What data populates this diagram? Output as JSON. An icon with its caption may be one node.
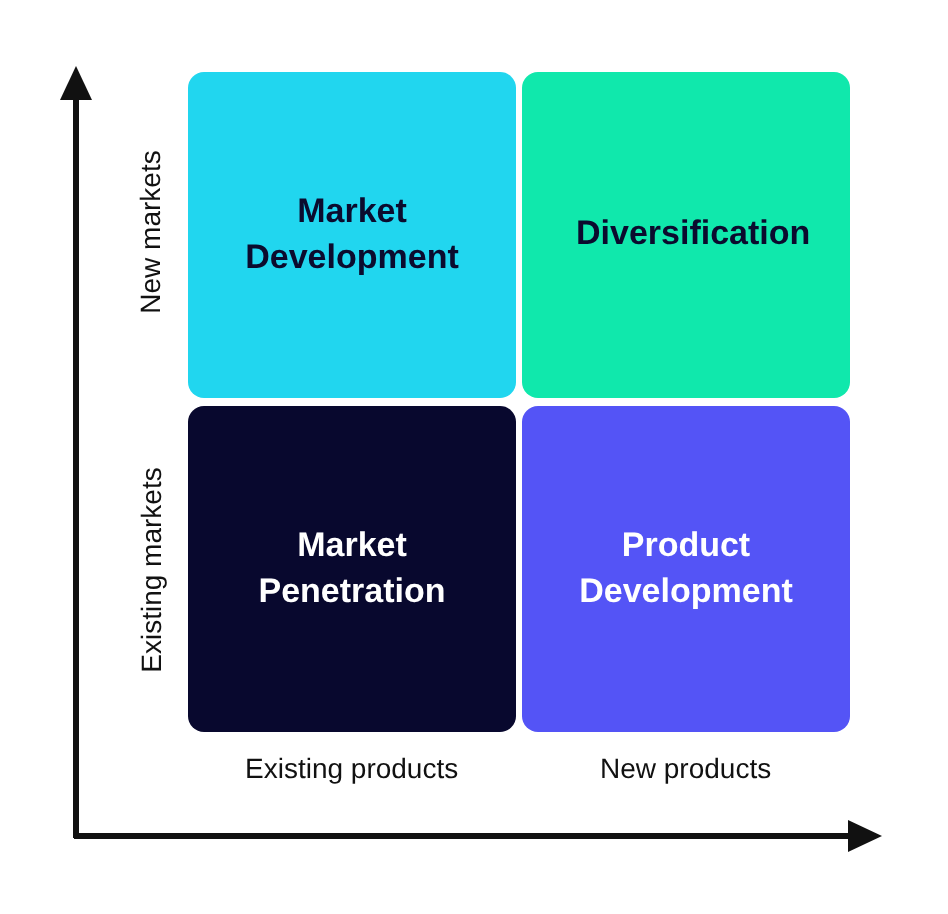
{
  "diagram": {
    "nodes": [
      {
        "text": [
          "Market Development"
        ]
      },
      {
        "text": [
          "Diversification"
        ]
      },
      {
        "text": [
          "Market Penetration"
        ]
      },
      {
        "text": [
          "Product Development"
        ]
      }
    ],
    "labels": [
      "New markets",
      "Existing markets",
      "Existing products",
      "New products"
    ]
  }
}
